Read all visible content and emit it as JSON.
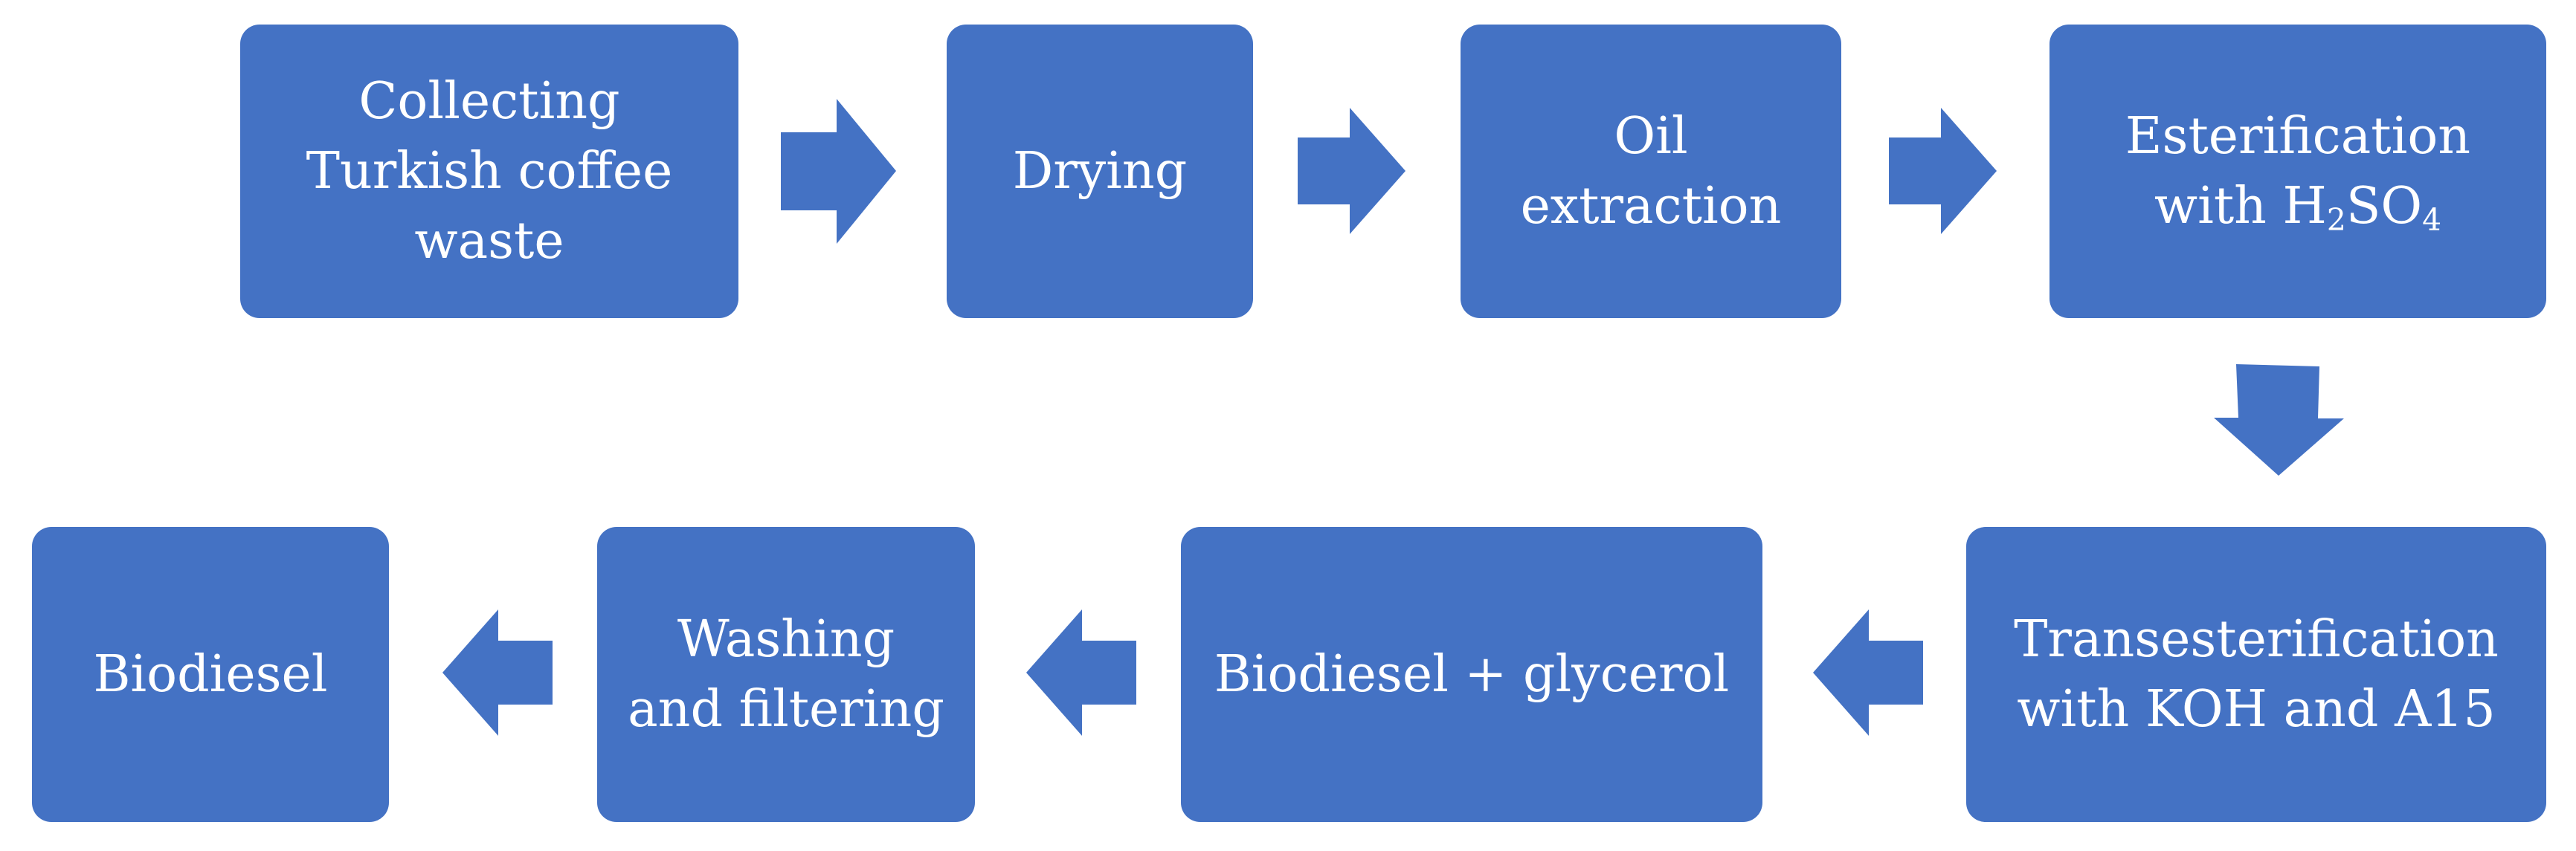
{
  "colors": {
    "box_fill": "#4472C4",
    "arrow_fill": "#4472C4",
    "text": "#FFFFFF"
  },
  "steps": {
    "collecting": [
      "Collecting",
      "Turkish coffee",
      "waste"
    ],
    "drying": [
      "Drying"
    ],
    "oil_extraction": [
      "Oil",
      "extraction"
    ],
    "esterification": {
      "line1": "Esterification",
      "line2_prefix": "with H",
      "sub1": "2",
      "mid": "SO",
      "sub2": "4"
    },
    "transesterification": [
      "Transesterification",
      "with KOH and A15"
    ],
    "biodiesel_glycerol": [
      "Biodiesel + glycerol"
    ],
    "washing": [
      "Washing",
      "and filtering"
    ],
    "biodiesel": [
      "Biodiesel"
    ]
  }
}
